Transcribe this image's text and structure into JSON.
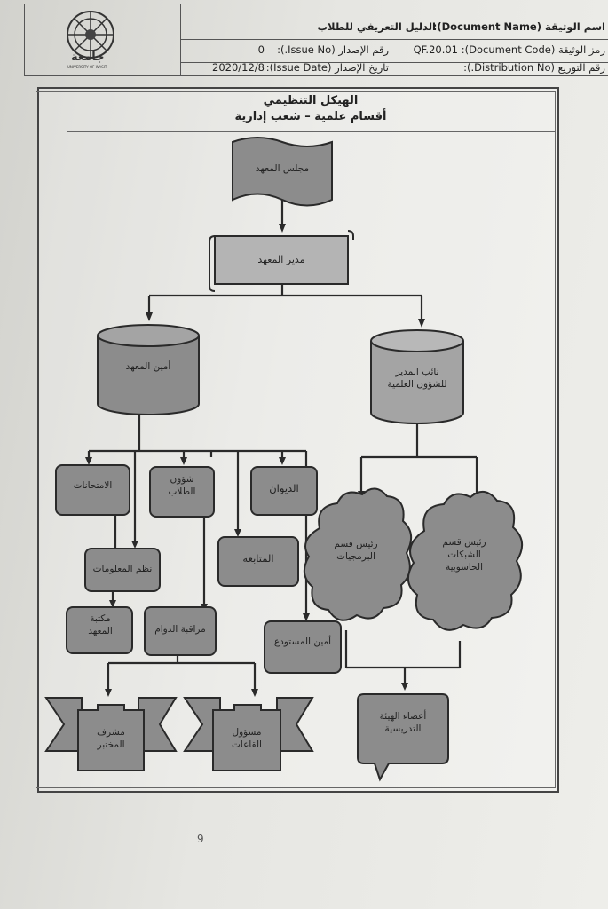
{
  "header": {
    "doc_name_label": "اسم الوثيقة (Document Name):",
    "doc_name_value": "الدليل التعريفي للطلاب",
    "doc_code_label": "رمز الوثيقة (Document Code):",
    "doc_code_value": "QF.20.01",
    "issue_no_label": "رقم الإصدار (Issue No.):",
    "issue_no_value": "0",
    "issue_date_label": "تاريخ الإصدار (Issue Date):",
    "issue_date_value": "2020/12/8",
    "distribution_label": "رقم التوزيع (Distribution No.):",
    "logo_text": "جامعة",
    "logo_subtext": "UNIVERSITY OF WASIT"
  },
  "chart": {
    "title": "الهيكل التنظيمي",
    "subtitle": "أقسام علمية – شعب إدارية",
    "nodes": {
      "council": "مجلس المعهد",
      "dean": "مدير المعهد",
      "secretary": "أمين المعهد",
      "deputy": "نائب المدير للشؤون العلمية",
      "exams": "الامتحانات",
      "student_affairs": "شؤون الطلاب",
      "diwan": "الديوان",
      "info_systems": "نظم المعلومات",
      "followup": "المتابعة",
      "library": "مكتبة المعهد",
      "attendance": "مراقبة الدوام",
      "warehouse": "أمين المستودع",
      "prog_head": "رئيس قسم البرمجيات",
      "net_head": "رئيس قسم الشبكات الحاسوبية",
      "faculty": "أعضاء الهيئة التدريسية",
      "labs": "مشرف المختبر",
      "halls": "مسؤول القاعات"
    }
  },
  "page_number": "9",
  "colors": {
    "node_fill": "#8c8c8c",
    "node_fill_light": "#a9a9a9",
    "line": "#2a2a2a"
  }
}
